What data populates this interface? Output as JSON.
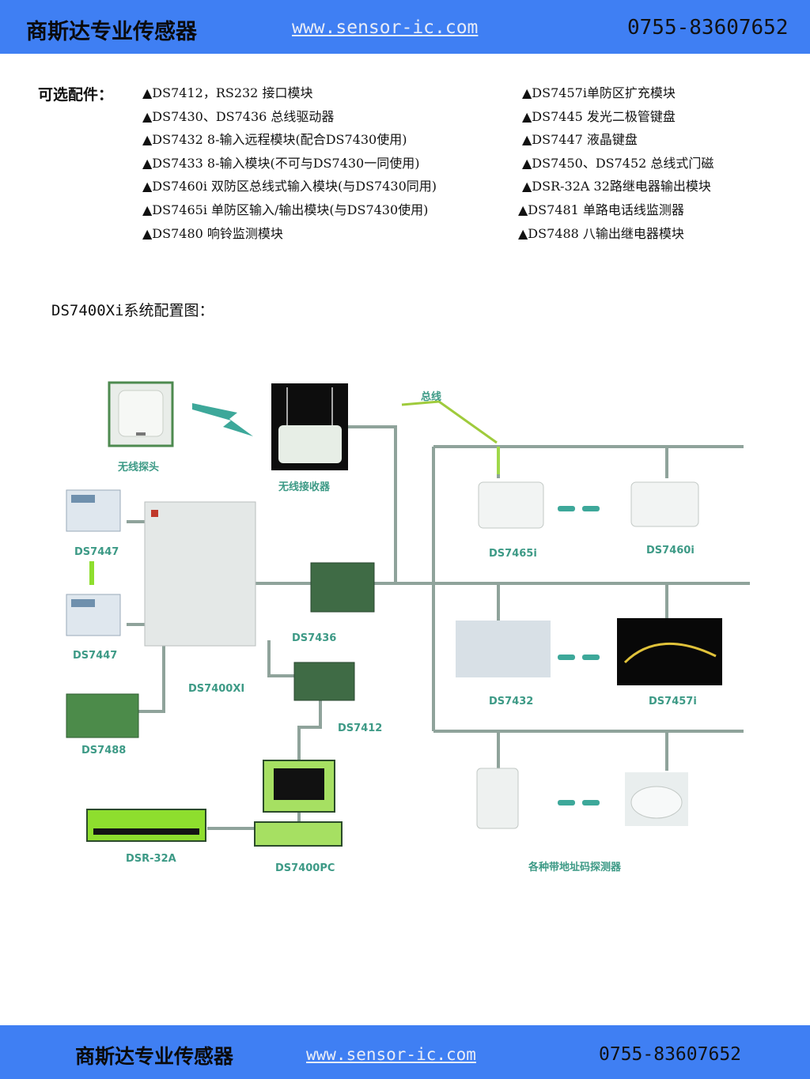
{
  "header": {
    "brand": "商斯达专业传感器",
    "url": "www.sensor-ic.com",
    "phone": "0755-83607652"
  },
  "accessories": {
    "label": "可选配件：",
    "left": [
      "▲DS7412，RS232 接口模块",
      "▲DS7430、DS7436 总线驱动器",
      "▲DS7432 8-输入远程模块(配合DS7430使用)",
      "▲DS7433 8-输入模块(不可与DS7430一同使用)",
      "▲DS7460i 双防区总线式输入模块(与DS7430同用)",
      "▲DS7465i 单防区输入/输出模块(与DS7430使用)",
      "▲DS7480 响铃监测模块"
    ],
    "right": [
      "▲DS7457i单防区扩充模块",
      "▲DS7445 发光二极管键盘",
      "▲DS7447 液晶键盘",
      "▲DS7450、DS7452 总线式门磁",
      "▲DSR-32A 32路继电器输出模块",
      "▲DS7481 单路电话线监测器",
      "▲DS7488 八输出继电器模块"
    ]
  },
  "diagram": {
    "title": "DS7400Xi系统配置图：",
    "labels": {
      "wireless_detector": "无线探头",
      "wireless_receiver": "无线接收器",
      "bus": "总线",
      "ds7447_a": "DS7447",
      "ds7447_b": "DS7447",
      "ds7488": "DS7488",
      "panel": "DS7400XI",
      "ds7436": "DS7436",
      "ds7412": "DS7412",
      "dsr32a": "DSR-32A",
      "pc": "DS7400PC",
      "ds7465i": "DS7465i",
      "ds7460i": "DS7460i",
      "ds7432": "DS7432",
      "ds7457i": "DS7457i",
      "detectors": "各种带地址码探测器"
    }
  },
  "footer": {
    "brand": "商斯达专业传感器",
    "url": "www.sensor-ic.com",
    "phone": "0755-83607652"
  }
}
